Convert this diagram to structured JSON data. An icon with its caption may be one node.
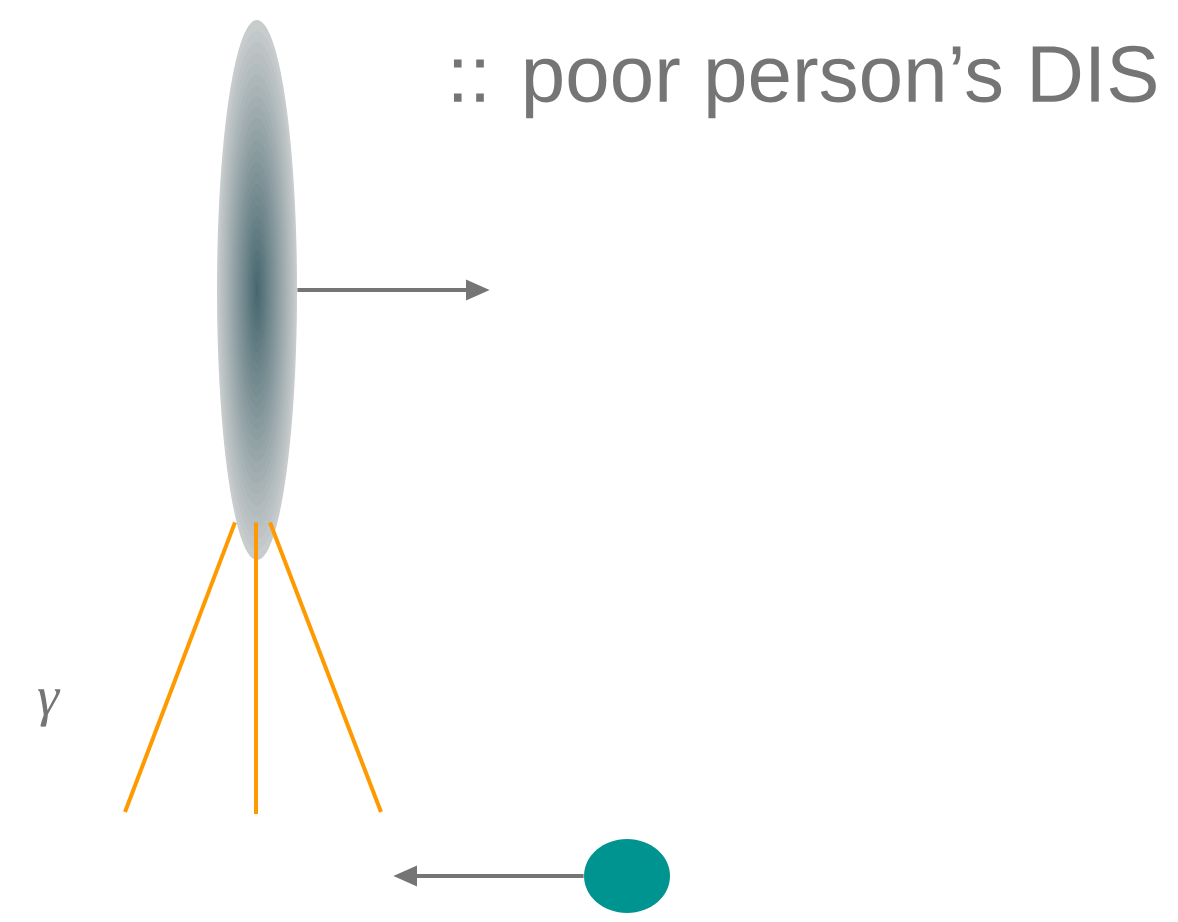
{
  "diagram": {
    "title": ":: poor person’s DIS",
    "nodes": [
      {
        "text": [],
        "shape": "ellipse"
      },
      {
        "text": [],
        "shape": "circle"
      }
    ],
    "edges": [
      {
        "from": 0,
        "to": null,
        "arrow": "to",
        "color": "#757575"
      },
      {
        "from": 0,
        "to": null,
        "arrow": "none"
      },
      {
        "from": 0,
        "to": null,
        "arrow": "none"
      },
      {
        "from": 0,
        "to": null,
        "arrow": "none"
      },
      {
        "from": 1,
        "to": null,
        "arrow": "to",
        "color": "#757575"
      }
    ],
    "labels": [
      "γ"
    ]
  }
}
